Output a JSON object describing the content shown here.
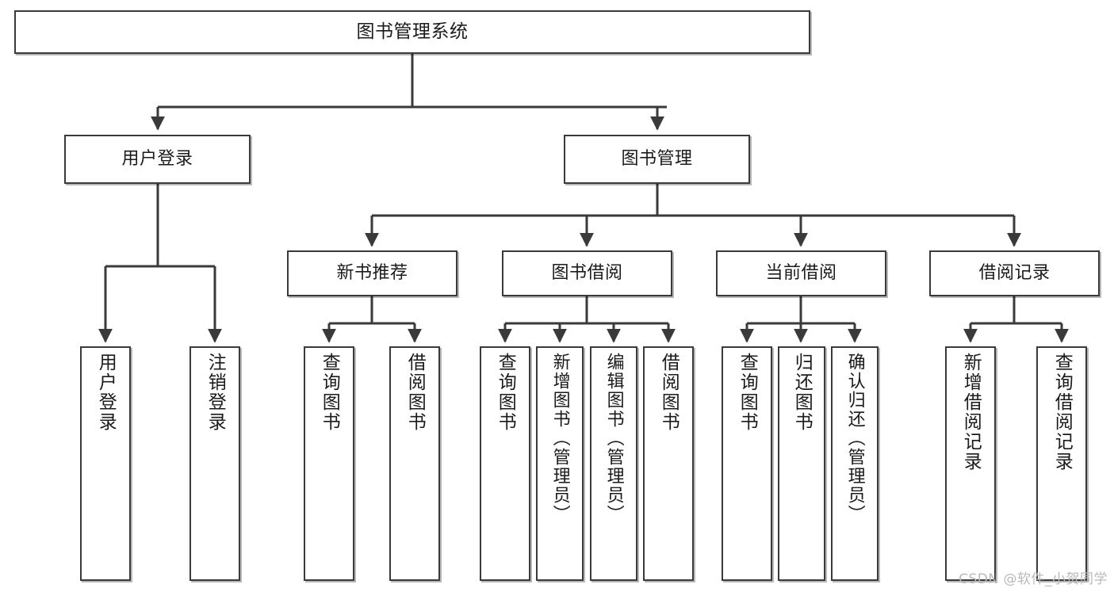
{
  "diagram": {
    "type": "tree",
    "title": "图书管理系统",
    "watermark": "CSDN @软件_小贺同学",
    "colors": {
      "stroke": "#3a3a3a",
      "fill": "#ffffff",
      "text": "#1b1b1b",
      "watermark": "#b9b9b9"
    },
    "levels": {
      "root": {
        "label": "图书管理系统"
      },
      "level1": [
        {
          "id": "user-login",
          "label": "用户登录"
        },
        {
          "id": "book-manage",
          "label": "图书管理"
        }
      ],
      "level2": [
        {
          "id": "new-book-rec",
          "label": "新书推荐",
          "parent": "book-manage"
        },
        {
          "id": "book-borrow",
          "label": "图书借阅",
          "parent": "book-manage"
        },
        {
          "id": "current-borrow",
          "label": "当前借阅",
          "parent": "book-manage"
        },
        {
          "id": "borrow-record",
          "label": "借阅记录",
          "parent": "book-manage"
        }
      ],
      "leaves": [
        {
          "id": "leaf-user-login",
          "label": "用户登录",
          "parent": "user-login"
        },
        {
          "id": "leaf-user-logout",
          "label": "注销登录",
          "parent": "user-login"
        },
        {
          "id": "leaf-query-book-1",
          "label": "查询图书",
          "parent": "new-book-rec"
        },
        {
          "id": "leaf-borrow-book-1",
          "label": "借阅图书",
          "parent": "new-book-rec"
        },
        {
          "id": "leaf-query-book-2",
          "label": "查询图书",
          "parent": "book-borrow"
        },
        {
          "id": "leaf-add-book",
          "label": "新增图书（管理员）",
          "parent": "book-borrow"
        },
        {
          "id": "leaf-edit-book",
          "label": "编辑图书（管理员）",
          "parent": "book-borrow"
        },
        {
          "id": "leaf-borrow-book-2",
          "label": "借阅图书",
          "parent": "book-borrow"
        },
        {
          "id": "leaf-query-book-3",
          "label": "查询图书",
          "parent": "current-borrow"
        },
        {
          "id": "leaf-return-book",
          "label": "归还图书",
          "parent": "current-borrow"
        },
        {
          "id": "leaf-confirm-return",
          "label": "确认归还（管理员）",
          "parent": "current-borrow"
        },
        {
          "id": "leaf-add-record",
          "label": "新增借阅记录",
          "parent": "borrow-record"
        },
        {
          "id": "leaf-query-record",
          "label": "查询借阅记录",
          "parent": "borrow-record"
        }
      ]
    }
  }
}
